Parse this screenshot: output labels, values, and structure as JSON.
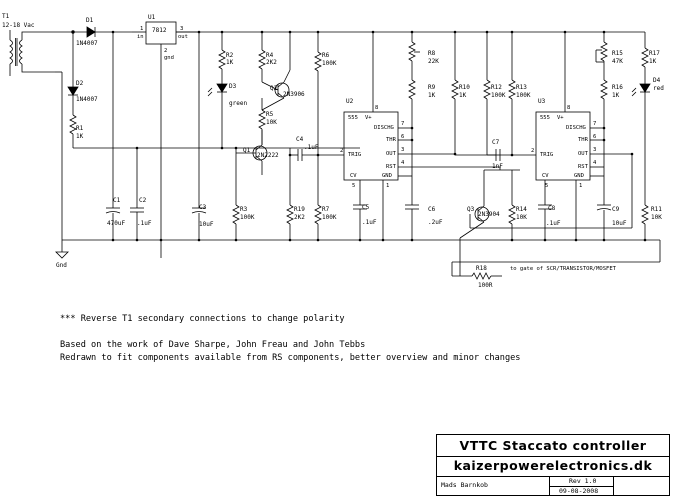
{
  "labels": {
    "T1": "T1",
    "T1_rating": "12-18 Vac",
    "D1": "D1",
    "D1_val": "1N4007",
    "D2": "D2",
    "D2_val": "1N4007",
    "R1": "R1",
    "R1_val": "1K",
    "U1": "U1",
    "U1_val": "7812",
    "U1_in": "in",
    "U1_out": "out",
    "U1_gnd_pin": "2",
    "U1_gnd": "gnd",
    "U1_in_pin": "1",
    "U1_out_pin": "3",
    "C1": "C1",
    "C1_val": "470uF",
    "C2": "C2",
    "C2_val": ".1uF",
    "C3": "C3",
    "C3_val": "10uF",
    "R2": "R2",
    "R2_val": "1K",
    "D3": "D3",
    "D3_val": "green",
    "R3": "R3",
    "R3_val": "100K",
    "R4": "R4",
    "R4_val": "2K2",
    "Q2": "Q2",
    "Q2_val": "2N3906",
    "R5": "R5",
    "R5_val": "10K",
    "Q1": "Q1",
    "Q1_val": "2N2222",
    "R19": "R19",
    "R19_val": "2K2",
    "R6": "R6",
    "R6_val": "100K",
    "R7": "R7",
    "R7_val": "100K",
    "C4": "C4",
    "C4_val": ".1uF",
    "U2": "U2",
    "U3": "U3",
    "p8": "8",
    "p7": "7",
    "p6": "6",
    "p2": "2",
    "p4": "4",
    "p3": "3",
    "p5": "5",
    "p1": "1",
    "Vplus": "V+",
    "DISCHG": "DISCHG",
    "THR": "THR",
    "TRIG": "TRIG",
    "OUT": "OUT",
    "RST": "RST",
    "CV": "CV",
    "GND": "GND",
    "IC555": "555",
    "C5": "C5",
    "C5_val": ".1uF",
    "R8": "R8",
    "R8_val": "22K",
    "R9": "R9",
    "R9_val": "1K",
    "C6": "C6",
    "C6_val": ".2uF",
    "R10": "R10",
    "R10_val": "1K",
    "R12": "R12",
    "R12_val": "100K",
    "R13": "R13",
    "R13_val": "100K",
    "C7": "C7",
    "C7_val": "1nF",
    "Q3": "Q3",
    "Q3_val": "2N3904",
    "R14": "R14",
    "R14_val": "10K",
    "C8": "C8",
    "C8_val": ".1uF",
    "R15": "R15",
    "R15_val": "47K",
    "R16": "R16",
    "R16_val": "1K",
    "C9": "C9",
    "C9_val": "10uF",
    "R17": "R17",
    "R17_val": "1K",
    "D4": "D4",
    "D4_val": "red",
    "R11": "R11",
    "R11_val": "10K",
    "R18": "R18",
    "R18_val": "100R",
    "gate_note": "to gate of SCR/TRANSISTOR/MOSFET",
    "Gnd": "Gnd"
  },
  "notes": {
    "line1": "*** Reverse T1 secondary connections to change polarity",
    "line2": "Based on the work of Dave Sharpe, John Freau and John Tebbs",
    "line3": "Redrawn to fit components available from RS components, better overview and minor changes"
  },
  "title_block": {
    "title": "VTTC Staccato controller",
    "site": "kaizerpowerelectronics.dk",
    "author": "Mads Barnkob",
    "rev": "Rev 1.0",
    "date": "09-08-2008"
  }
}
